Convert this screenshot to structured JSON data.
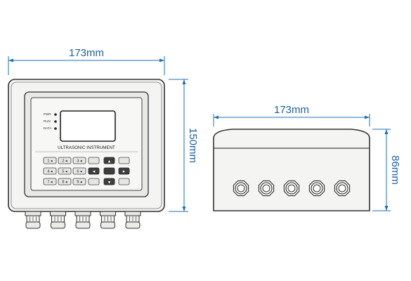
{
  "front_view": {
    "width_label": "173mm",
    "height_label": "150mm",
    "panel_label": "ULTRASONIC INSTRUMENT",
    "indicator_labels": [
      "PWR",
      "RUN",
      "DATA"
    ],
    "keypad_rows": [
      [
        "1 ◂",
        "2 ◂",
        "3 ◂"
      ],
      [
        "4 ◂",
        "5 ◂",
        "6 ◂"
      ],
      [
        "7 ◂",
        "8 ◂",
        "9 ◂"
      ]
    ],
    "cable_gland_count": 5
  },
  "side_view": {
    "width_label": "173mm",
    "height_label": "86mm",
    "cable_gland_count": 5
  },
  "colors": {
    "dimension": "#1f6fb5",
    "enclosure_fill": "#f4f4f2",
    "screen_fill": "#ffffff"
  }
}
